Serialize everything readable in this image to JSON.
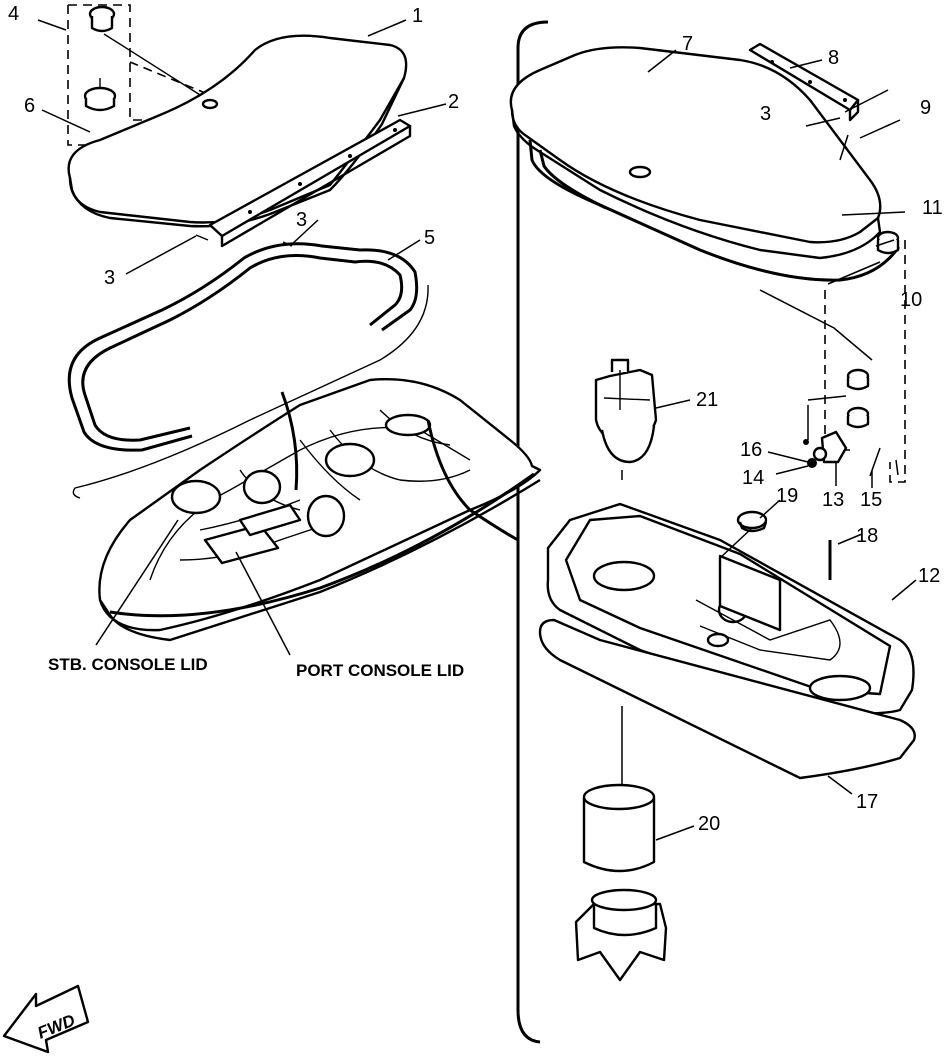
{
  "callouts": {
    "c1": "1",
    "c2": "2",
    "c3a": "3",
    "c3b": "3",
    "c3c": "3",
    "c4": "4",
    "c5": "5",
    "c6": "6",
    "c7": "7",
    "c8": "8",
    "c9": "9",
    "c10": "10",
    "c11": "11",
    "c12": "12",
    "c13": "13",
    "c14": "14",
    "c15": "15",
    "c16": "16",
    "c17": "17",
    "c18": "18",
    "c19": "19",
    "c20": "20",
    "c21": "21"
  },
  "labels": {
    "stb_console_lid": "STB. CONSOLE LID",
    "port_console_lid": "PORT CONSOLE LID",
    "fwd": "FWD"
  }
}
